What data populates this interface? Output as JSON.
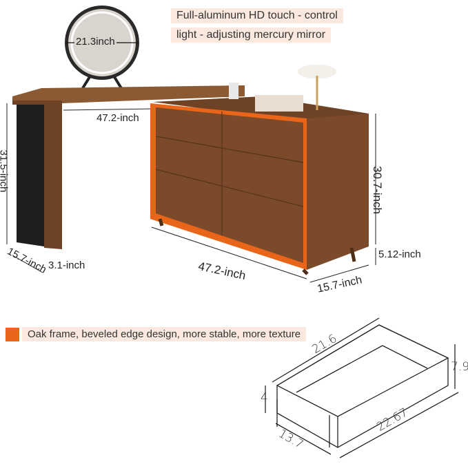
{
  "mirror_note": {
    "line1": "Full-aluminum HD touch - control",
    "line2": "light - adjusting mercury mirror"
  },
  "dimensions": {
    "mirror_diameter": "21.3inch",
    "desk_width": "47.2-inch",
    "desk_height": "31.5-inch",
    "desk_depth": "15.7-inch",
    "panel_thickness": "3.1-inch",
    "dresser_width": "47.2-inch",
    "dresser_height": "30.7-inch",
    "leg_height": "5.12-inch",
    "dresser_depth": "15.7-inch"
  },
  "legend": {
    "color": "#e8651a",
    "text": "Oak frame, beveled edge design, more stable, more texture"
  },
  "drawer": {
    "length": "21.6",
    "height_back": "7.9",
    "height_front": "4",
    "width": "13.7",
    "outer_length": "22.67"
  },
  "colors": {
    "wood": "#7a4a2a",
    "accent": "#e8651a",
    "panel": "#1e1e1e"
  }
}
